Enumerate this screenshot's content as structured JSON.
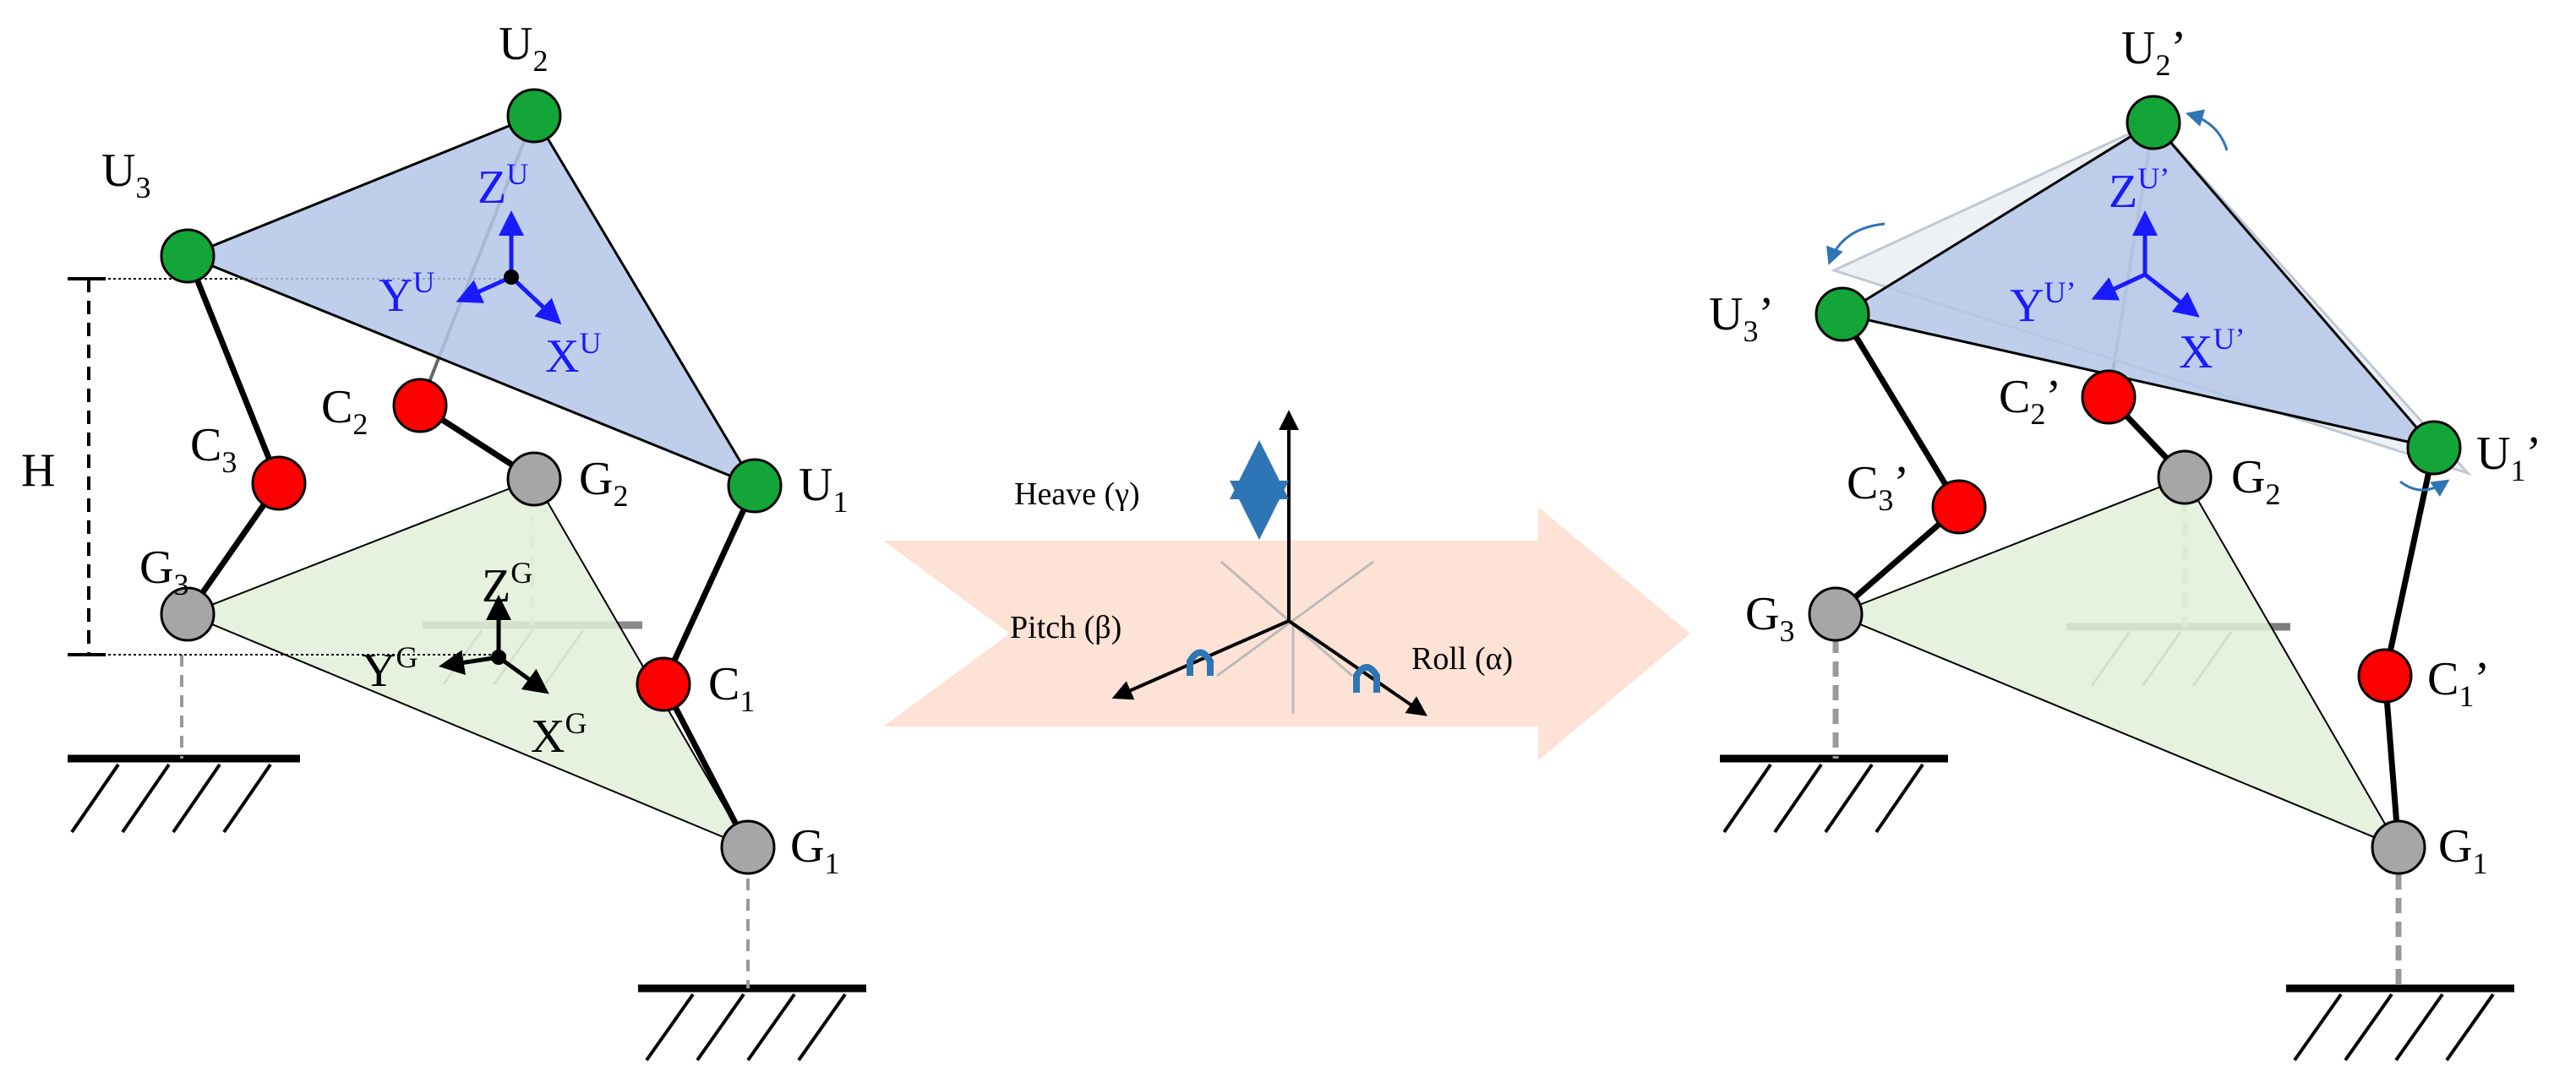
{
  "colors": {
    "upper_platform_fill": "#b4c7e7",
    "lower_platform_fill": "#e2efd9",
    "upper_joint": "#13a538",
    "middle_joint": "#ff0000",
    "ground_joint": "#a6a6a6",
    "axis_upper": "#1a1aff",
    "motion_arrow": "#2e75b6",
    "big_arrow": "#fde2d5"
  },
  "left": {
    "U1": "U",
    "U1_sub": "1",
    "U2": "U",
    "U2_sub": "2",
    "U3": "U",
    "U3_sub": "3",
    "C1": "C",
    "C1_sub": "1",
    "C2": "C",
    "C2_sub": "2",
    "C3": "C",
    "C3_sub": "3",
    "G1": "G",
    "G1_sub": "1",
    "G2": "G",
    "G2_sub": "2",
    "G3": "G",
    "G3_sub": "3",
    "H": "H",
    "XU": "X",
    "XU_sup": "U",
    "YU": "Y",
    "YU_sup": "U",
    "ZU": "Z",
    "ZU_sup": "U",
    "XG": "X",
    "XG_sup": "G",
    "YG": "Y",
    "YG_sup": "G",
    "ZG": "Z",
    "ZG_sup": "G"
  },
  "middle": {
    "heave": "Heave (γ)",
    "pitch": "Pitch (β)",
    "roll": "Roll (α)"
  },
  "right": {
    "U1": "U",
    "U1_sub": "1",
    "U1_prime": "’",
    "U2": "U",
    "U2_sub": "2",
    "U2_prime": "’",
    "U3": "U",
    "U3_sub": "3",
    "U3_prime": "’",
    "C1": "C",
    "C1_sub": "1",
    "C1_prime": "’",
    "C2": "C",
    "C2_sub": "2",
    "C2_prime": "’",
    "C3": "C",
    "C3_sub": "3",
    "C3_prime": "’",
    "G1": "G",
    "G1_sub": "1",
    "G2": "G",
    "G2_sub": "2",
    "G3": "G",
    "G3_sub": "3",
    "XU": "X",
    "XU_sup": "U’",
    "YU": "Y",
    "YU_sup": "U’",
    "ZU": "Z",
    "ZU_sup": "U’"
  }
}
